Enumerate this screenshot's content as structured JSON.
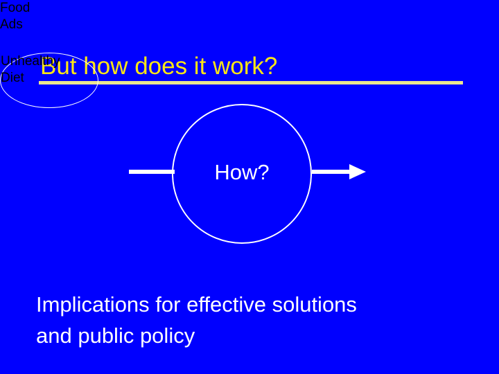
{
  "slide": {
    "title": "But how does it work?",
    "background_color": "#0000FF",
    "title_color": "#FFE714",
    "rule_color": "#ECE58F"
  },
  "diagram": {
    "type": "flow",
    "accent_color": "#F89A12",
    "node_text_color": "#FFFBEF",
    "connector_color": "#FFFFFF",
    "nodes": [
      {
        "id": "food-ads",
        "label_line_1": "Food",
        "label_line_2": "Ads",
        "shape": "rounded-rect",
        "fill": "#F89A12"
      },
      {
        "id": "how",
        "label": "How?",
        "shape": "circle",
        "fill": "transparent"
      },
      {
        "id": "unhealthy-diet",
        "label_line_1": "Unhealthy",
        "label_line_2": "Diet",
        "shape": "ellipse",
        "fill": "#F89A12"
      }
    ],
    "connectors": [
      {
        "id": "food-ads-to-how",
        "from": "food-ads",
        "to": "how",
        "style": "line"
      },
      {
        "id": "how-to-unhealthy-diet",
        "from": "how",
        "to": "unhealthy-diet",
        "style": "arrow"
      }
    ]
  },
  "body": {
    "line_1": "Implications for effective solutions",
    "line_2": "and public policy",
    "color": "#FFFFFF"
  }
}
